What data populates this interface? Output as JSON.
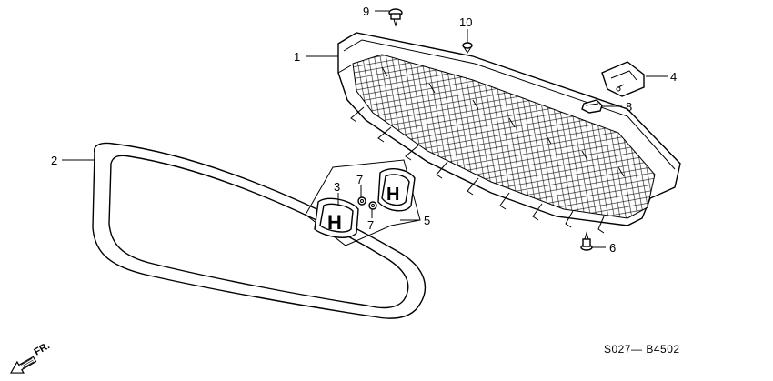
{
  "callouts": [
    {
      "id": "1",
      "label": "1"
    },
    {
      "id": "2",
      "label": "2"
    },
    {
      "id": "3",
      "label": "3"
    },
    {
      "id": "4",
      "label": "4"
    },
    {
      "id": "5",
      "label": "5"
    },
    {
      "id": "6",
      "label": "6"
    },
    {
      "id": "7a",
      "label": "7"
    },
    {
      "id": "7b",
      "label": "7"
    },
    {
      "id": "8",
      "label": "8"
    },
    {
      "id": "9",
      "label": "9"
    },
    {
      "id": "10",
      "label": "10"
    }
  ],
  "diagram_code": "S027— B4502",
  "direction": {
    "label": "FR.",
    "icon": "front-arrow-icon"
  },
  "emblem": {
    "glyph": "H"
  }
}
